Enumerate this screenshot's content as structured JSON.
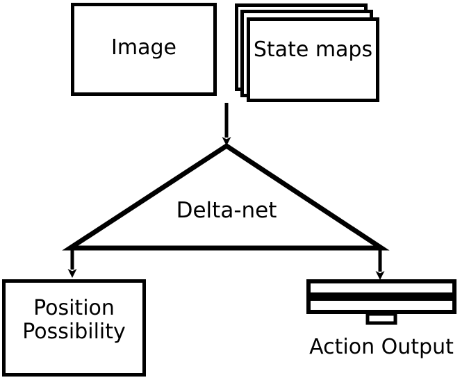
{
  "diagram": {
    "title": "Delta-net architecture flow diagram",
    "stroke_color": "#000000",
    "fill_color": "#ffffff",
    "background_color": "#ffffff",
    "inputs": {
      "image_box": {
        "label": "Image",
        "shape": "rectangle"
      },
      "state_maps_box": {
        "label": "State maps",
        "shape": "stacked-rectangles",
        "stack_count": 3
      }
    },
    "processor": {
      "label": "Delta-net",
      "shape": "triangle"
    },
    "outputs": {
      "position_possibility_box": {
        "label": "Position\nPossibility",
        "line_1": "Position",
        "line_2": "Possibility",
        "shape": "rectangle"
      },
      "action_output": {
        "label": "Action Output",
        "shape": "stacked-bars",
        "bar_count": 3
      }
    },
    "connectors": {
      "inputs_to_delta_net": "arrow-down",
      "delta_net_to_position": "arrow-down",
      "delta_net_to_action": "arrow-down"
    }
  }
}
